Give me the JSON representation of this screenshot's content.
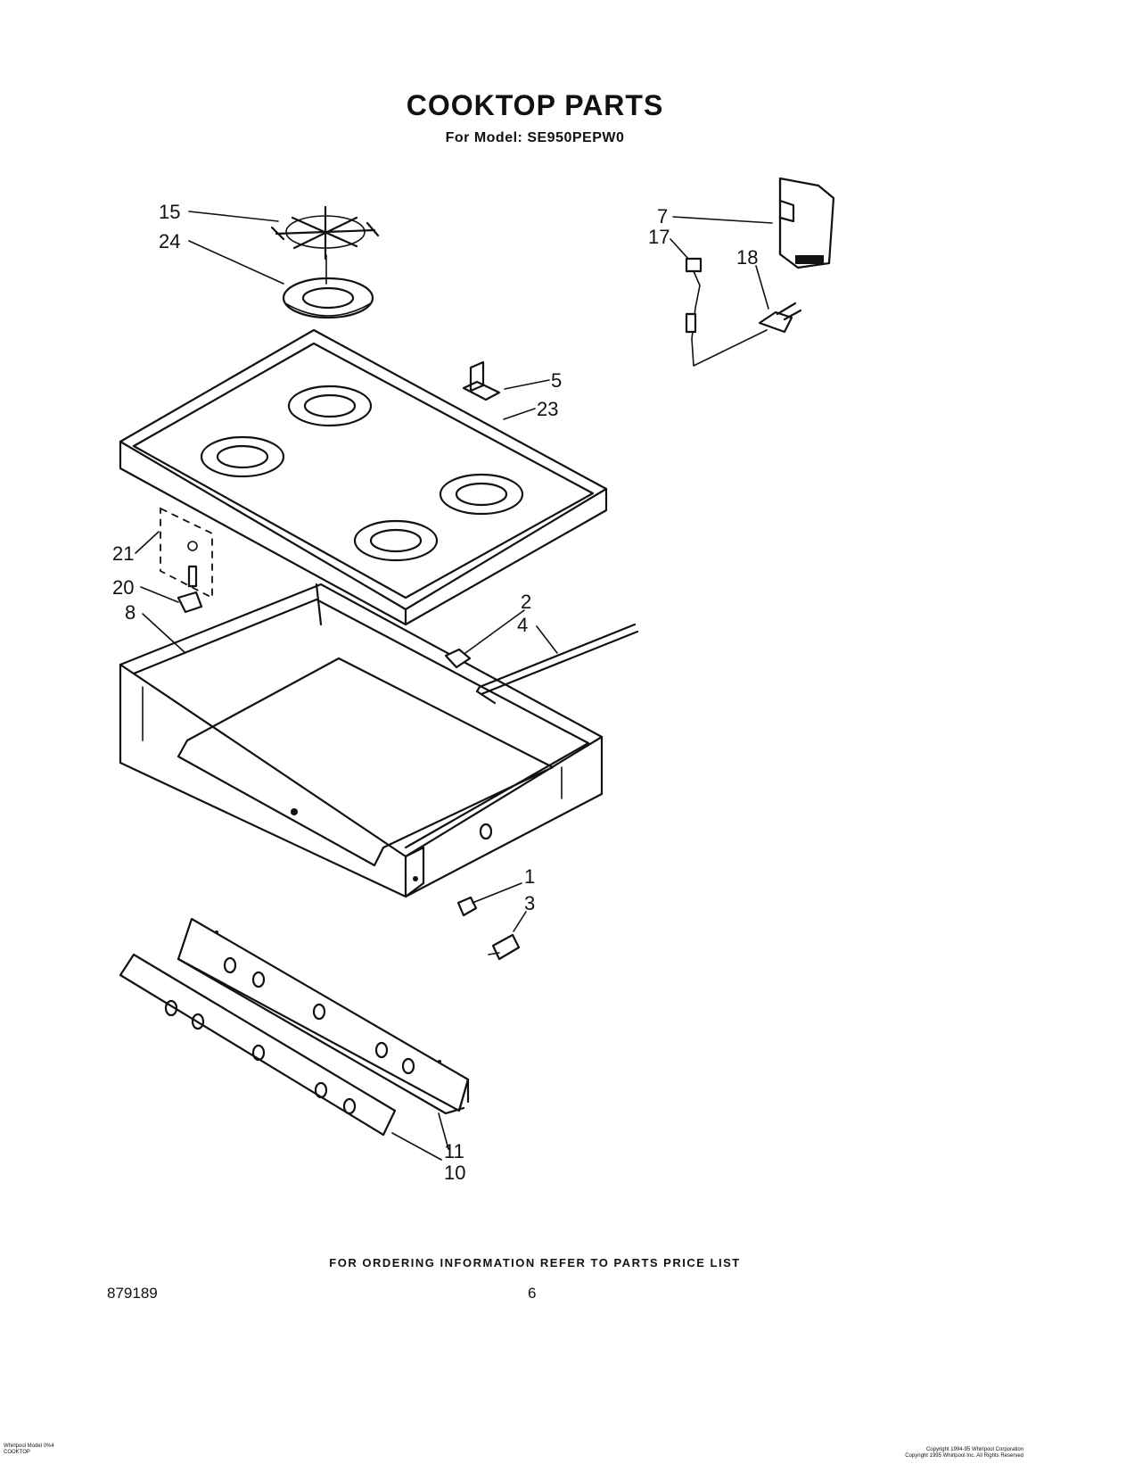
{
  "header": {
    "title": "COOKTOP PARTS",
    "subtitle": "For Model: SE950PEPW0"
  },
  "callouts": {
    "c15": "15",
    "c24": "24",
    "c7": "7",
    "c17": "17",
    "c18": "18",
    "c5": "5",
    "c23": "23",
    "c21": "21",
    "c20": "20",
    "c8": "8",
    "c2": "2",
    "c4": "4",
    "c1": "1",
    "c3": "3",
    "c11": "11",
    "c10": "10"
  },
  "footer": {
    "ordering_info": "FOR ORDERING INFORMATION REFER TO PARTS PRICE LIST",
    "doc_number": "879189",
    "page_number": "6",
    "tiny_left_1": "Whirlpool Model 0%4",
    "tiny_left_2": "COOKTOP",
    "tiny_right_1": "Copyright 1994-95 Whirlpool Corporation",
    "tiny_right_2": "Copyright 1995 Whirlpool Inc. All Rights Reserved"
  }
}
